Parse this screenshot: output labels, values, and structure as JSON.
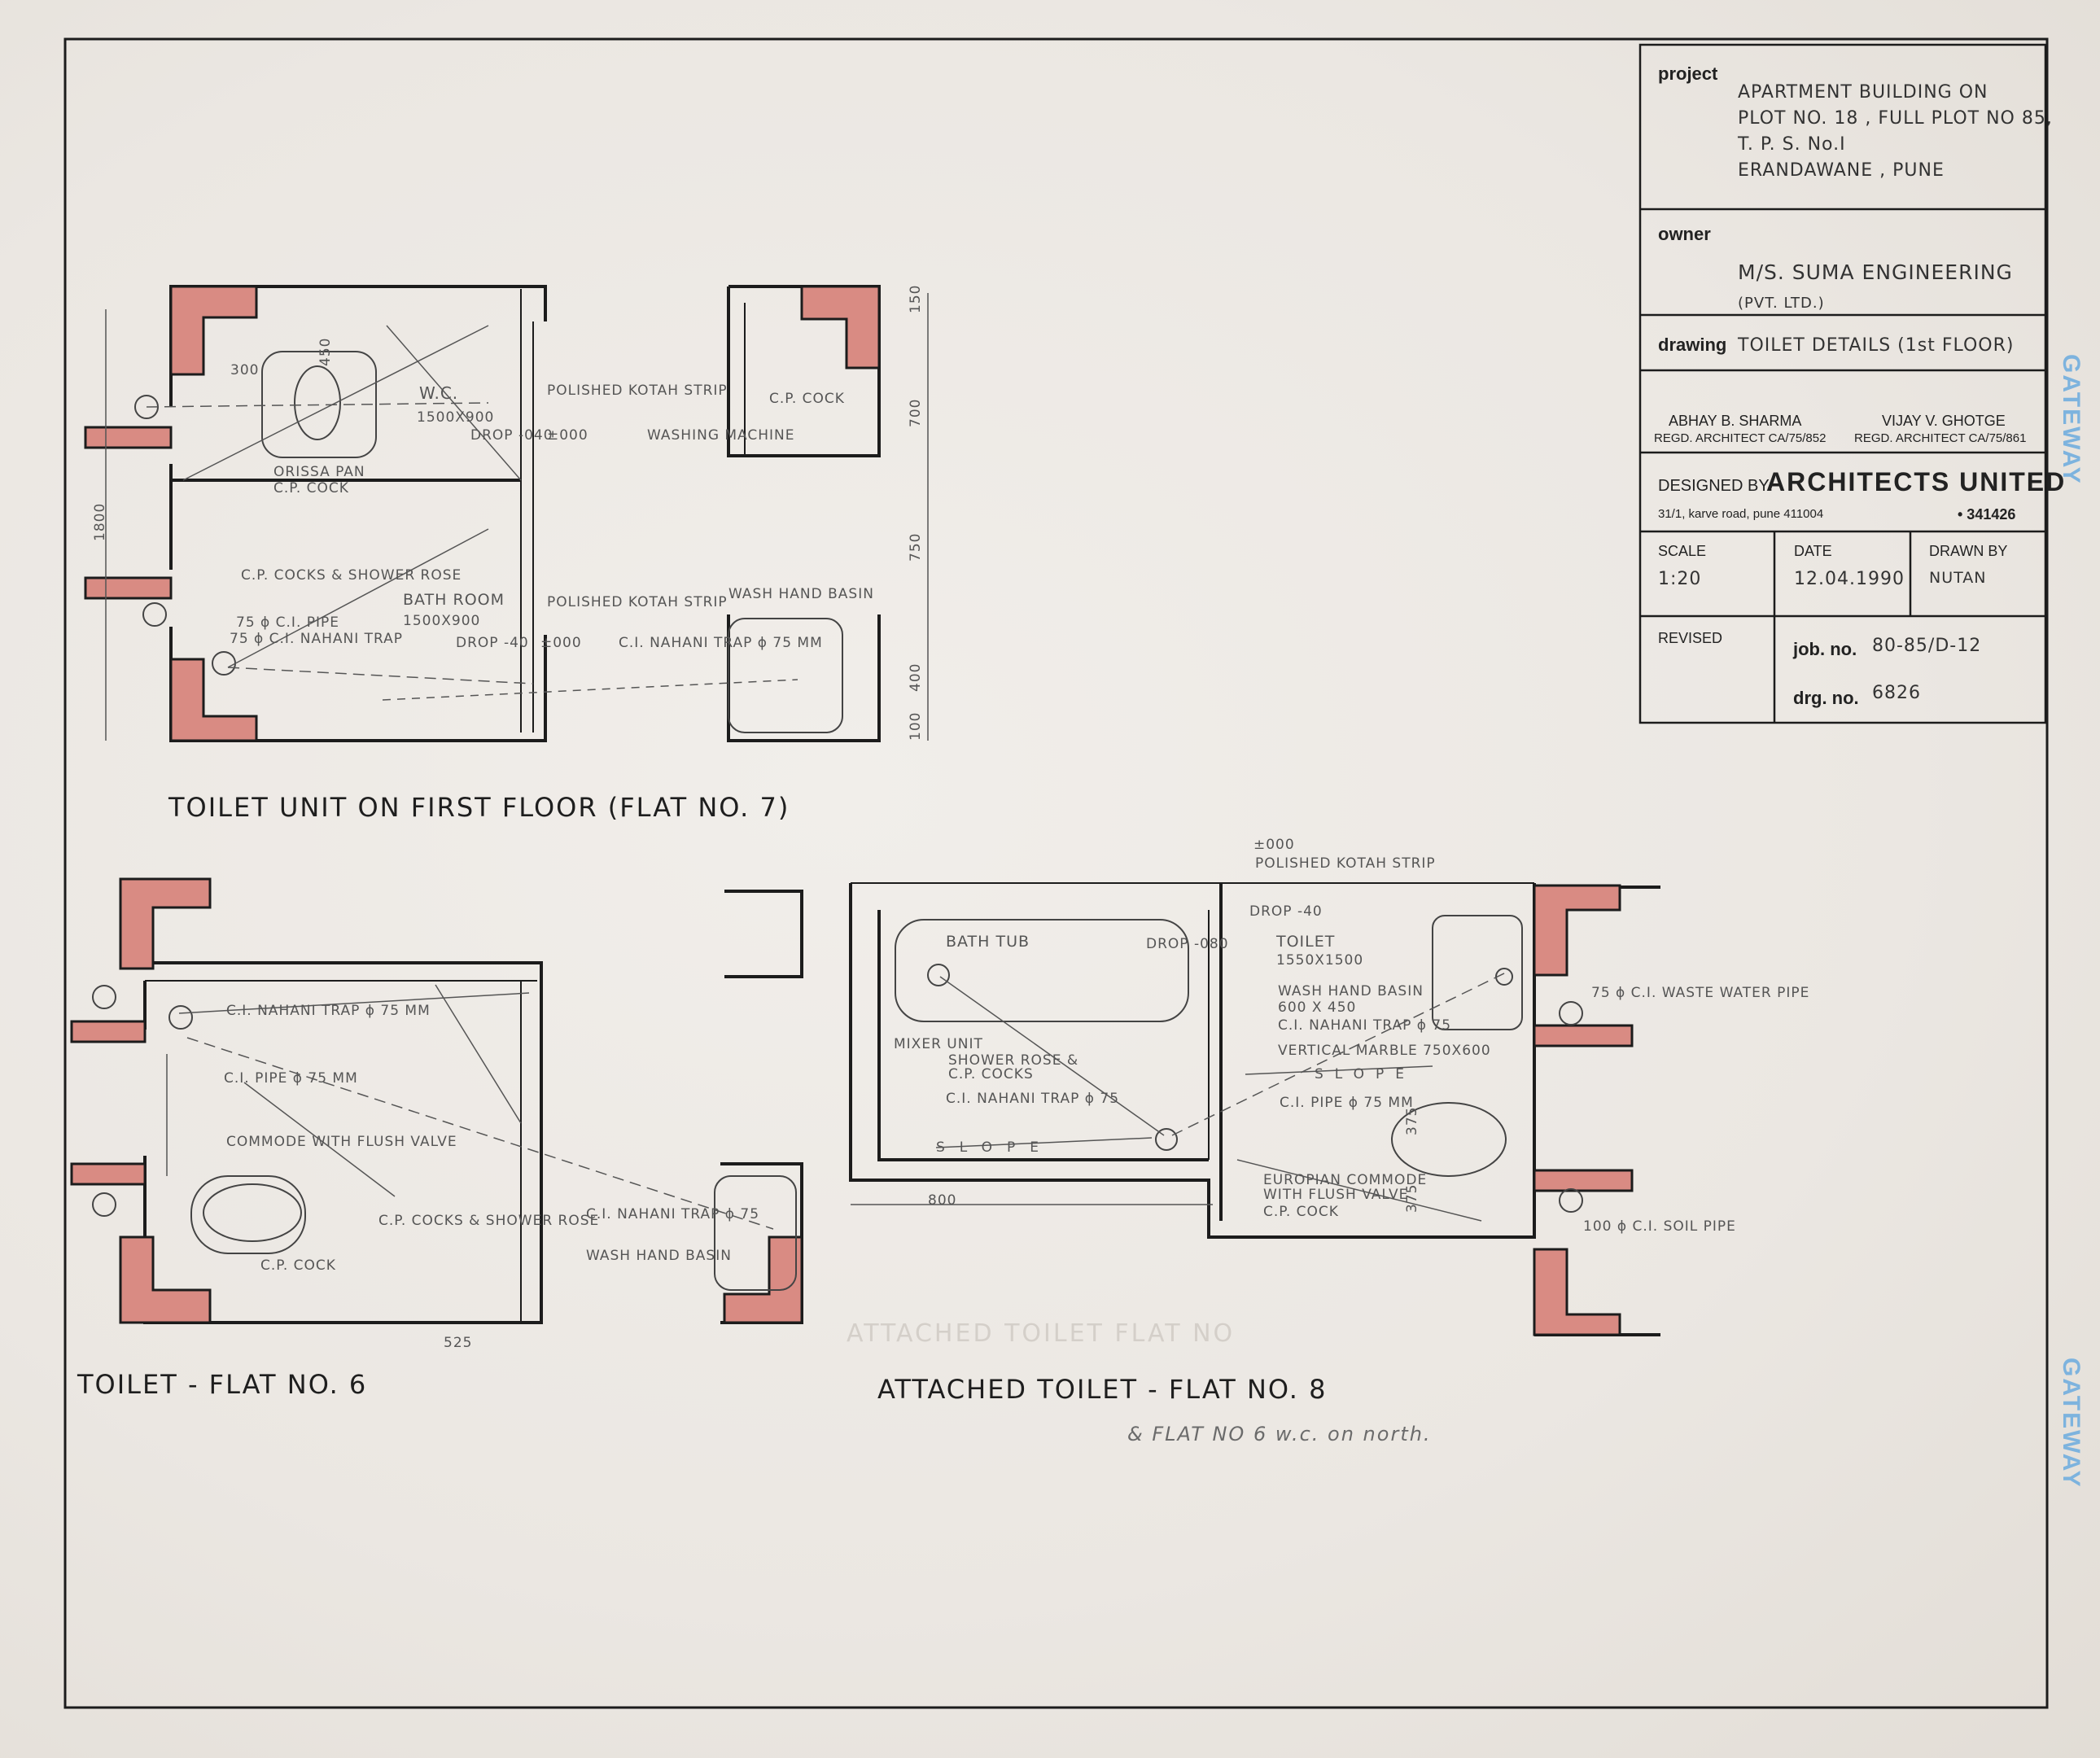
{
  "title_block": {
    "project_label": "project",
    "project_lines": [
      "APARTMENT BUILDING ON",
      "PLOT NO. 18 , FULL PLOT NO 85,",
      "T. P. S. No.I",
      "ERANDAWANE , PUNE"
    ],
    "owner_label": "owner",
    "owner_lines": [
      "M/S. SUMA ENGINEERING",
      "(PVT. LTD.)"
    ],
    "drawing_label": "drawing",
    "drawing_value": "TOILET DETAILS (1st FLOOR)",
    "architect_1_name": "ABHAY B. SHARMA",
    "architect_1_reg": "REGD. ARCHITECT CA/75/852",
    "architect_2_name": "VIJAY V. GHOTGE",
    "architect_2_reg": "REGD. ARCHITECT CA/75/861",
    "designed_by_label": "DESIGNED BY:",
    "firm_name": "ARCHITECTS UNITED",
    "firm_address": "31/1, karve road, pune 411004",
    "firm_phone": "• 341426",
    "scale_label": "SCALE",
    "scale_value": "1:20",
    "date_label": "DATE",
    "date_value": "12.04.1990",
    "drawn_by_label": "DRAWN BY",
    "drawn_by_value": "NUTAN",
    "revised_label": "REVISED",
    "job_no_label": "job. no.",
    "job_no_value": "80-85/D-12",
    "drg_no_label": "drg. no.",
    "drg_no_value": "6826"
  },
  "plans": {
    "flat7": {
      "title": "TOILET UNIT ON FIRST FLOOR (FLAT NO. 7)",
      "labels": [
        "300",
        "450",
        "W.C.",
        "1500X900",
        "POLISHED KOTAH STRIP",
        "DROP -040",
        "±000",
        "WASHING MACHINE",
        "C.P. COCK",
        "ORISSA PAN",
        "C.P. COCK",
        "1800",
        "C.P. COCKS & SHOWER ROSE",
        "BATH ROOM",
        "1500X900",
        "75 ɸ C.I. PIPE",
        "75 ɸ C.I. NAHANI TRAP",
        "DROP -40",
        "±000",
        "POLISHED KOTAH STRIP",
        "C.I. NAHANI TRAP ɸ 75 MM",
        "WASH HAND BASIN",
        "150",
        "700",
        "750",
        "400",
        "100"
      ]
    },
    "flat6": {
      "title": "TOILET - FLAT NO. 6",
      "labels": [
        "C.I. NAHANI TRAP ɸ 75 MM",
        "C.I. PIPE ɸ 75 MM",
        "COMMODE WITH FLUSH VALVE",
        "C.P. COCKS & SHOWER ROSE",
        "C.P. COCK",
        "525",
        "C.I. NAHANI TRAP ɸ 75",
        "WASH HAND BASIN"
      ]
    },
    "flat8": {
      "title": "ATTACHED TOILET - FLAT NO. 8",
      "labels": [
        "±000",
        "POLISHED KOTAH STRIP",
        "DROP -40",
        "BATH TUB",
        "DROP -080",
        "TOILET",
        "1550X1500",
        "WASH HAND BASIN",
        "600 X 450",
        "C.I. NAHANI TRAP ɸ 75",
        "VERTICAL MARBLE 750X600",
        "75 ɸ C.I. WASTE WATER PIPE",
        "MIXER UNIT",
        "SHOWER ROSE &",
        "C.P. COCKS",
        "C.I. NAHANI TRAP ɸ 75",
        "SLOPE",
        "C.I. PIPE ɸ 75 MM",
        "375",
        "EUROPIAN COMMODE",
        "WITH FLUSH VALVE",
        "C.P. COCK",
        "375",
        "800",
        "100 ɸ C.I. SOIL PIPE",
        "SLOPE"
      ]
    }
  },
  "annotations": {
    "pencil_note": "& FLAT NO 6 w.c. on north.",
    "faint_text": "ATTACHED TOILET FLAT NO"
  },
  "stamps": {
    "top": "GATEWAY",
    "bottom": "GATEWAY"
  },
  "colors": {
    "wall_fill": "#d98b83",
    "line": "#1c1c1c",
    "paper": "#ebe7e2",
    "stamp": "#7db3de"
  }
}
